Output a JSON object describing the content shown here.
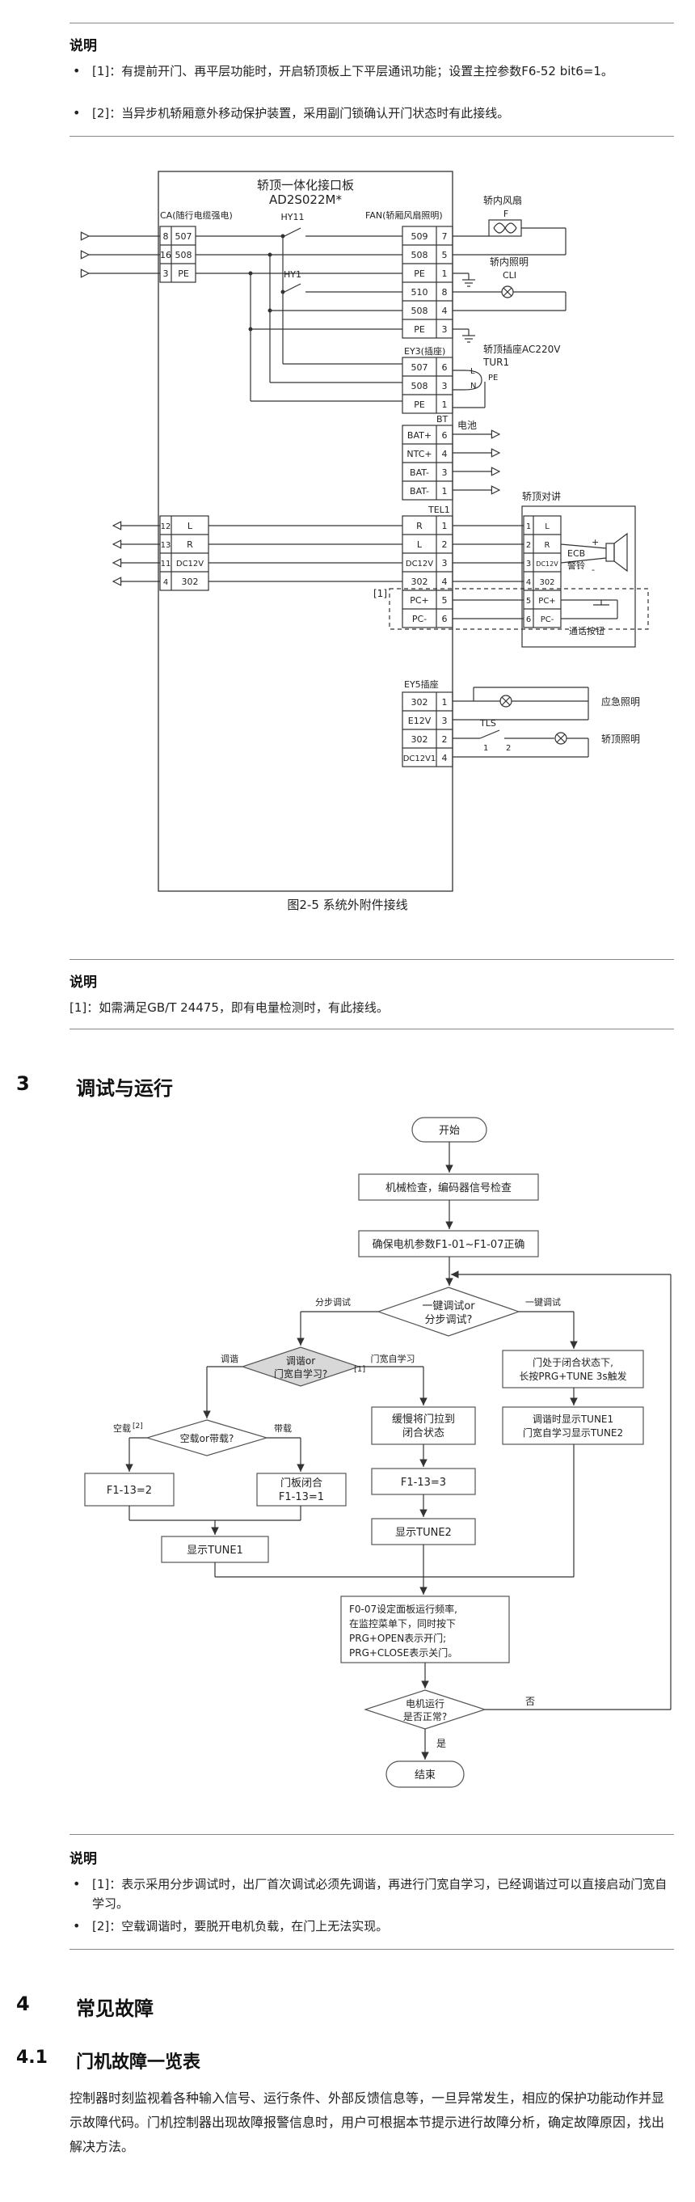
{
  "notes1": {
    "title": "说明",
    "items": [
      "[1]：有提前开门、再平层功能时，开启轿顶板上下平层通讯功能；设置主控参数F6-52 bit6=1。",
      "[2]：当异步机轿厢意外移动保护装置，采用副门锁确认开门状态时有此接线。"
    ]
  },
  "wiring": {
    "board_title": "轿顶一体化接口板",
    "board_model": "AD2S022M*",
    "ca_header": "CA(随行电缆强电)",
    "fan_header": "FAN(轿厢风扇照明)",
    "ca_pins": [
      [
        "8",
        "507"
      ],
      [
        "16",
        "508"
      ],
      [
        "3",
        "PE"
      ]
    ],
    "fan_pins": [
      [
        "509",
        "7"
      ],
      [
        "508",
        "5"
      ],
      [
        "PE",
        "1"
      ],
      [
        "510",
        "8"
      ],
      [
        "508",
        "4"
      ],
      [
        "PE",
        "3"
      ]
    ],
    "ey3_header": "EY3(插座)",
    "ey3_pins": [
      [
        "507",
        "6"
      ],
      [
        "508",
        "3"
      ],
      [
        "PE",
        "1"
      ]
    ],
    "bt_header": "BT",
    "bt_pins": [
      [
        "BAT+",
        "6"
      ],
      [
        "NTC+",
        "4"
      ],
      [
        "BAT-",
        "3"
      ],
      [
        "BAT-",
        "1"
      ]
    ],
    "battery": "电池",
    "tel_header": "TEL1",
    "tel_pins": [
      [
        "R",
        "1"
      ],
      [
        "L",
        "2"
      ],
      [
        "DC12V",
        "3"
      ],
      [
        "302",
        "4"
      ],
      [
        "PC+",
        "5"
      ],
      [
        "PC-",
        "6"
      ]
    ],
    "left_pins": [
      [
        "12",
        "L"
      ],
      [
        "13",
        "R"
      ],
      [
        "11",
        "DC12V"
      ],
      [
        "4",
        "302"
      ]
    ],
    "ey5_header": "EY5插座",
    "ey5_pins": [
      [
        "302",
        "1"
      ],
      [
        "E12V",
        "3"
      ],
      [
        "302",
        "2"
      ],
      [
        "DC12V1",
        "4"
      ]
    ],
    "hy11": "HY11",
    "hy1": "HY1",
    "fan_label": "轿内风扇",
    "fan_f": "F",
    "light_label": "轿内照明",
    "cli": "CLI",
    "socket_label": "轿顶插座AC220V",
    "tur1": "TUR1",
    "l": "L",
    "pe": "PE",
    "n": "N",
    "intercom": "轿顶对讲",
    "intercom_pins": [
      [
        "1",
        "L"
      ],
      [
        "2",
        "R"
      ],
      [
        "3",
        "DC12V"
      ],
      [
        "4",
        "302"
      ],
      [
        "5",
        "PC+"
      ],
      [
        "6",
        "PC-"
      ]
    ],
    "ecb": "ECB",
    "alarm": "警铃",
    "plus": "+",
    "minus": "-",
    "call_button": "通话按钮",
    "note1": "[1]",
    "emergency_light": "应急照明",
    "top_light": "轿顶照明",
    "tls": "TLS",
    "tls_1": "1",
    "tls_2": "2"
  },
  "caption": "图2-5 系统外附件接线",
  "notes2": {
    "title": "说明",
    "items": [
      "[1]：如需满足GB/T 24475，即有电量检测时，有此接线。"
    ]
  },
  "section3": {
    "num": "3",
    "title": "调试与运行"
  },
  "flow": {
    "start": "开始",
    "check": "机械检查，编码器信号检查",
    "ensure": "确保电机参数F1-01~F1-07正确",
    "decision1_l1": "一键调试or",
    "decision1_l2": "分步调试?",
    "step_label": "分步调试",
    "one_key_label": "一键调试",
    "decision2_l1": "调谐or",
    "decision2_l2": "门宽自学习?",
    "decision2_note": "[1]",
    "tune_label": "调谐",
    "width_label": "门宽自学习",
    "decision3": "空载or带载?",
    "empty_label": "空载",
    "empty_note": "[2]",
    "load_label": "带载",
    "f113_2": "F1-13=2",
    "door_close_l1": "门板闭合",
    "door_close_l2": "F1-13=1",
    "show_tune1": "显示TUNE1",
    "slow_pull_l1": "缓慢将门拉到",
    "slow_pull_l2": "闭合状态",
    "f113_3": "F1-13=3",
    "show_tune2": "显示TUNE2",
    "onekey_box_l1": "门处于闭合状态下,",
    "onekey_box_l2": "长按PRG+TUNE 3s触发",
    "onekey_show_l1": "调谐时显示TUNE1",
    "onekey_show_l2": "门宽自学习显示TUNE2",
    "f007_l1": "F0-07设定面板运行频率,",
    "f007_l2": "在监控菜单下，同时按下",
    "f007_l3": "PRG+OPEN表示开门;",
    "f007_l4": "PRG+CLOSE表示关门。",
    "decision4_l1": "电机运行",
    "decision4_l2": "是否正常?",
    "no_label": "否",
    "yes_label": "是",
    "end": "结束"
  },
  "notes3": {
    "title": "说明",
    "items": [
      "[1]：表示采用分步调试时，出厂首次调试必须先调谐，再进行门宽自学习，已经调谐过可以直接启动门宽自学习。",
      "[2]：空载调谐时，要脱开电机负载，在门上无法实现。"
    ]
  },
  "section4": {
    "num": "4",
    "title": "常见故障"
  },
  "section41": {
    "num": "4.1",
    "title": "门机故障一览表",
    "body": "控制器时刻监视着各种输入信号、运行条件、外部反馈信息等，一旦异常发生，相应的保护功能动作并显示故障代码。门机控制器出现故障报警信息时，用户可根据本节提示进行故障分析，确定故障原因，找出解决方法。"
  }
}
